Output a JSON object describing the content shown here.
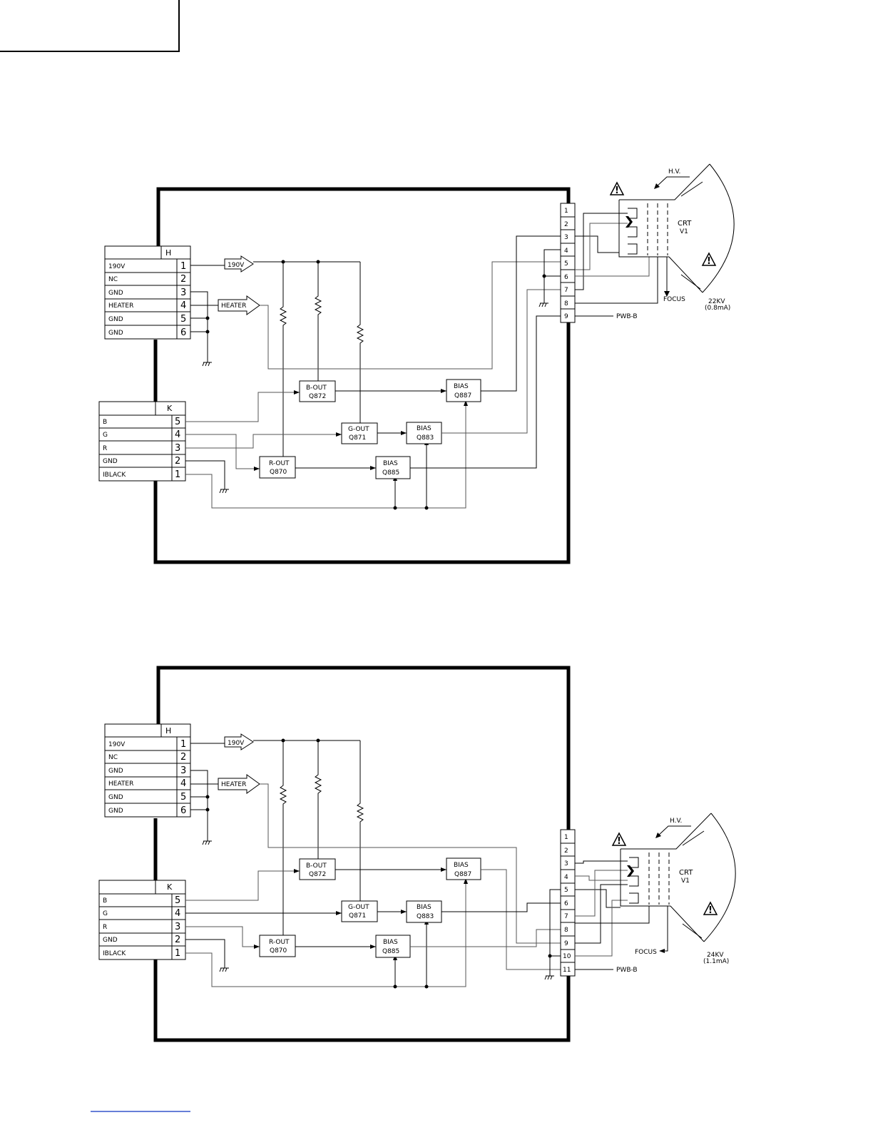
{
  "diagram_1": {
    "connector_h": {
      "header": "H",
      "rows": [
        {
          "label": "190V",
          "pin": "1"
        },
        {
          "label": "NC",
          "pin": "2"
        },
        {
          "label": "GND",
          "pin": "3"
        },
        {
          "label": "HEATER",
          "pin": "4"
        },
        {
          "label": "GND",
          "pin": "5"
        },
        {
          "label": "GND",
          "pin": "6"
        }
      ]
    },
    "connector_k": {
      "header": "K",
      "rows": [
        {
          "label": "B",
          "pin": "5"
        },
        {
          "label": "G",
          "pin": "4"
        },
        {
          "label": "R",
          "pin": "3"
        },
        {
          "label": "GND",
          "pin": "2"
        },
        {
          "label": "IBLACK",
          "pin": "1"
        }
      ]
    },
    "arrow_190v": "190V",
    "arrow_heater": "HEATER",
    "blocks": {
      "b_out": {
        "name": "B-OUT",
        "ref": "Q872"
      },
      "g_out": {
        "name": "G-OUT",
        "ref": "Q871"
      },
      "r_out": {
        "name": "R-OUT",
        "ref": "Q870"
      },
      "bias_b": {
        "name": "BIAS",
        "ref": "Q887"
      },
      "bias_g": {
        "name": "BIAS",
        "ref": "Q883"
      },
      "bias_r": {
        "name": "BIAS",
        "ref": "Q885"
      }
    },
    "crt_pins": [
      "1",
      "2",
      "3",
      "4",
      "5",
      "6",
      "7",
      "8",
      "9"
    ],
    "hv_label": "H.V.",
    "crt_label": "CRT",
    "crt_ref": "V1",
    "focus_label": "FOCUS",
    "pwb_label": "PWB-B",
    "voltage": "22KV",
    "current": "(0.8mA)",
    "warning_mark": "!"
  },
  "diagram_2": {
    "connector_h": {
      "header": "H",
      "rows": [
        {
          "label": "190V",
          "pin": "1"
        },
        {
          "label": "NC",
          "pin": "2"
        },
        {
          "label": "GND",
          "pin": "3"
        },
        {
          "label": "HEATER",
          "pin": "4"
        },
        {
          "label": "GND",
          "pin": "5"
        },
        {
          "label": "GND",
          "pin": "6"
        }
      ]
    },
    "connector_k": {
      "header": "K",
      "rows": [
        {
          "label": "B",
          "pin": "5"
        },
        {
          "label": "G",
          "pin": "4"
        },
        {
          "label": "R",
          "pin": "3"
        },
        {
          "label": "GND",
          "pin": "2"
        },
        {
          "label": "IBLACK",
          "pin": "1"
        }
      ]
    },
    "arrow_190v": "190V",
    "arrow_heater": "HEATER",
    "blocks": {
      "b_out": {
        "name": "B-OUT",
        "ref": "Q872"
      },
      "g_out": {
        "name": "G-OUT",
        "ref": "Q871"
      },
      "r_out": {
        "name": "R-OUT",
        "ref": "Q870"
      },
      "bias_b": {
        "name": "BIAS",
        "ref": "Q887"
      },
      "bias_g": {
        "name": "BIAS",
        "ref": "Q883"
      },
      "bias_r": {
        "name": "BIAS",
        "ref": "Q885"
      }
    },
    "crt_pins": [
      "1",
      "2",
      "3",
      "4",
      "5",
      "6",
      "7",
      "8",
      "9",
      "10",
      "11"
    ],
    "hv_label": "H.V.",
    "crt_label": "CRT",
    "crt_ref": "V1",
    "focus_label": "FOCUS",
    "pwb_label": "PWB-B",
    "voltage": "24KV",
    "current": "(1.1mA)",
    "warning_mark": "!"
  },
  "colors": {
    "ink": "#000000",
    "link": "#3355cc"
  }
}
